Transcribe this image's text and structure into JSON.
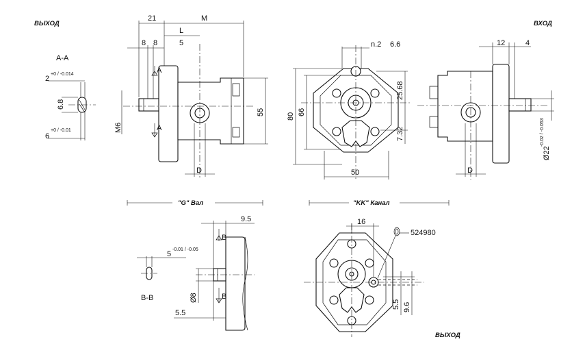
{
  "labels": {
    "vykhod_top": "ВЫХОД",
    "vkhod_top": "ВХОД",
    "vykhod_bottom": "ВЫХОД",
    "section_aa": "A-A",
    "section_bb": "B-B",
    "shaft_g": "\"G\" Вал",
    "channel_kk": "\"KK\" Канал",
    "part_number": "524980"
  },
  "dimensions": {
    "d21": "21",
    "dM": "M",
    "dL": "L",
    "d8a": "8",
    "d8b": "8",
    "d5": "5",
    "dM6": "M6",
    "d55": "55",
    "dD_left": "D",
    "dD_right": "D",
    "d80": "80",
    "d66": "66",
    "d50": "50",
    "dn2": "n.2",
    "d6_6": "6.6",
    "d25_68": "25.68",
    "d7_32": "7.32",
    "d12": "12",
    "d4": "4",
    "d22": "Ø22",
    "d22_tol": "-0.02 / -0.053",
    "aa_2": "2",
    "aa_2_tol": "+0 / -0.014",
    "aa_6_8": "6.8",
    "aa_6": "6",
    "aa_6_tol": "+0 / -0.01",
    "section_arrow_a": "A",
    "section_arrow_b": "B",
    "g_9_5": "9.5",
    "g_8": "Ø8",
    "g_5_5": "5.5",
    "bb_5": "5",
    "bb_5_tol": "-0.01 / -0.05",
    "kk_16": "16",
    "kk_5_5": "5.5",
    "kk_9_6": "9.6"
  }
}
